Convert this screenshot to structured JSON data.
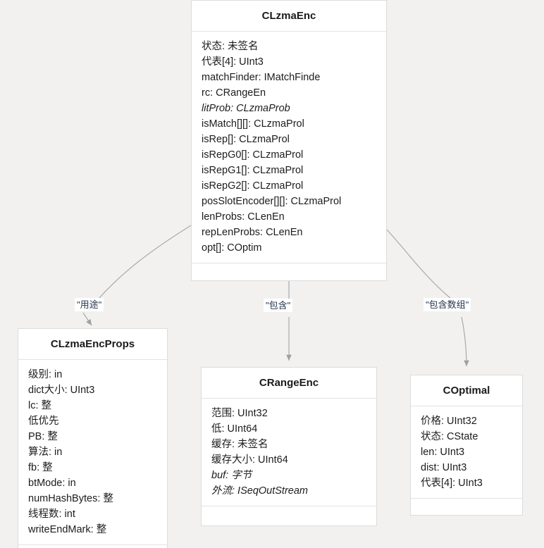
{
  "diagram": {
    "background_color": "#f2f1f0",
    "edge_color": "#a8a8a8",
    "title_color": "#1a1a1a"
  },
  "nodes": [
    {
      "id": "clzmaenc",
      "name": "CLzmaEnc",
      "attributes": [
        {
          "text": "状态: 未签名",
          "italic": false
        },
        {
          "text": "代表[4]:  UInt3",
          "italic": false
        },
        {
          "text": "matchFinder: IMatchFinde",
          "italic": false
        },
        {
          "text": "rc: CRangeEn",
          "italic": false
        },
        {
          "text": "litProb: CLzmaProb",
          "italic": true
        },
        {
          "text": "isMatch[][]: CLzmaProl",
          "italic": false
        },
        {
          "text": "isRep[]: CLzmaProl",
          "italic": false
        },
        {
          "text": "isRepG0[]: CLzmaProl",
          "italic": false
        },
        {
          "text": "isRepG1[]: CLzmaProl",
          "italic": false
        },
        {
          "text": "isRepG2[]: CLzmaProl",
          "italic": false
        },
        {
          "text": "posSlotEncoder[][]: CLzmaProl",
          "italic": false
        },
        {
          "text": "lenProbs: CLenEn",
          "italic": false
        },
        {
          "text": "repLenProbs: CLenEn",
          "italic": false
        },
        {
          "text": "opt[]:  COptim",
          "italic": false
        }
      ],
      "methods": []
    },
    {
      "id": "clzmaencprops",
      "name": "CLzmaEncProps",
      "attributes": [
        {
          "text": "级别: in",
          "italic": false
        },
        {
          "text": "dict大小:  UInt3",
          "italic": false
        },
        {
          "text": "lc: 整",
          "italic": false
        },
        {
          "text": "低优先",
          "italic": false
        },
        {
          "text": "PB: 整",
          "italic": false
        },
        {
          "text": "算法:  in",
          "italic": false
        },
        {
          "text": "fb: 整",
          "italic": false
        },
        {
          "text": "btMode: in",
          "italic": false
        },
        {
          "text": "numHashBytes: 整",
          "italic": false
        },
        {
          "text": "线程数: int",
          "italic": false
        },
        {
          "text": "writeEndMark: 整",
          "italic": false
        }
      ],
      "methods": []
    },
    {
      "id": "crangeenc",
      "name": "CRangeEnc",
      "attributes": [
        {
          "text": "范围: UInt32",
          "italic": false
        },
        {
          "text": "低: UInt64",
          "italic": false
        },
        {
          "text": "缓存: 未签名",
          "italic": false
        },
        {
          "text": "缓存大小: UInt64",
          "italic": false
        },
        {
          "text": "buf: 字节",
          "italic": true
        },
        {
          "text": "外流: ISeqOutStream",
          "italic": true
        }
      ],
      "methods": []
    },
    {
      "id": "coptimal",
      "name": "COptimal",
      "attributes": [
        {
          "text": "价格:  UInt32",
          "italic": false
        },
        {
          "text": "状态: CState",
          "italic": false
        },
        {
          "text": "len:  UInt3",
          "italic": false
        },
        {
          "text": "dist:  UInt3",
          "italic": false
        },
        {
          "text": "代表[4]:  UInt3",
          "italic": false
        }
      ],
      "methods": []
    }
  ],
  "edges": [
    {
      "id": "edge-uses",
      "from": "clzmaenc",
      "to": "clzmaencprops",
      "label": "\"用途\""
    },
    {
      "id": "edge-contains",
      "from": "clzmaenc",
      "to": "crangeenc",
      "label": "\"包含\""
    },
    {
      "id": "edge-contains-array",
      "from": "clzmaenc",
      "to": "coptimal",
      "label": "\"包含数组\""
    }
  ]
}
